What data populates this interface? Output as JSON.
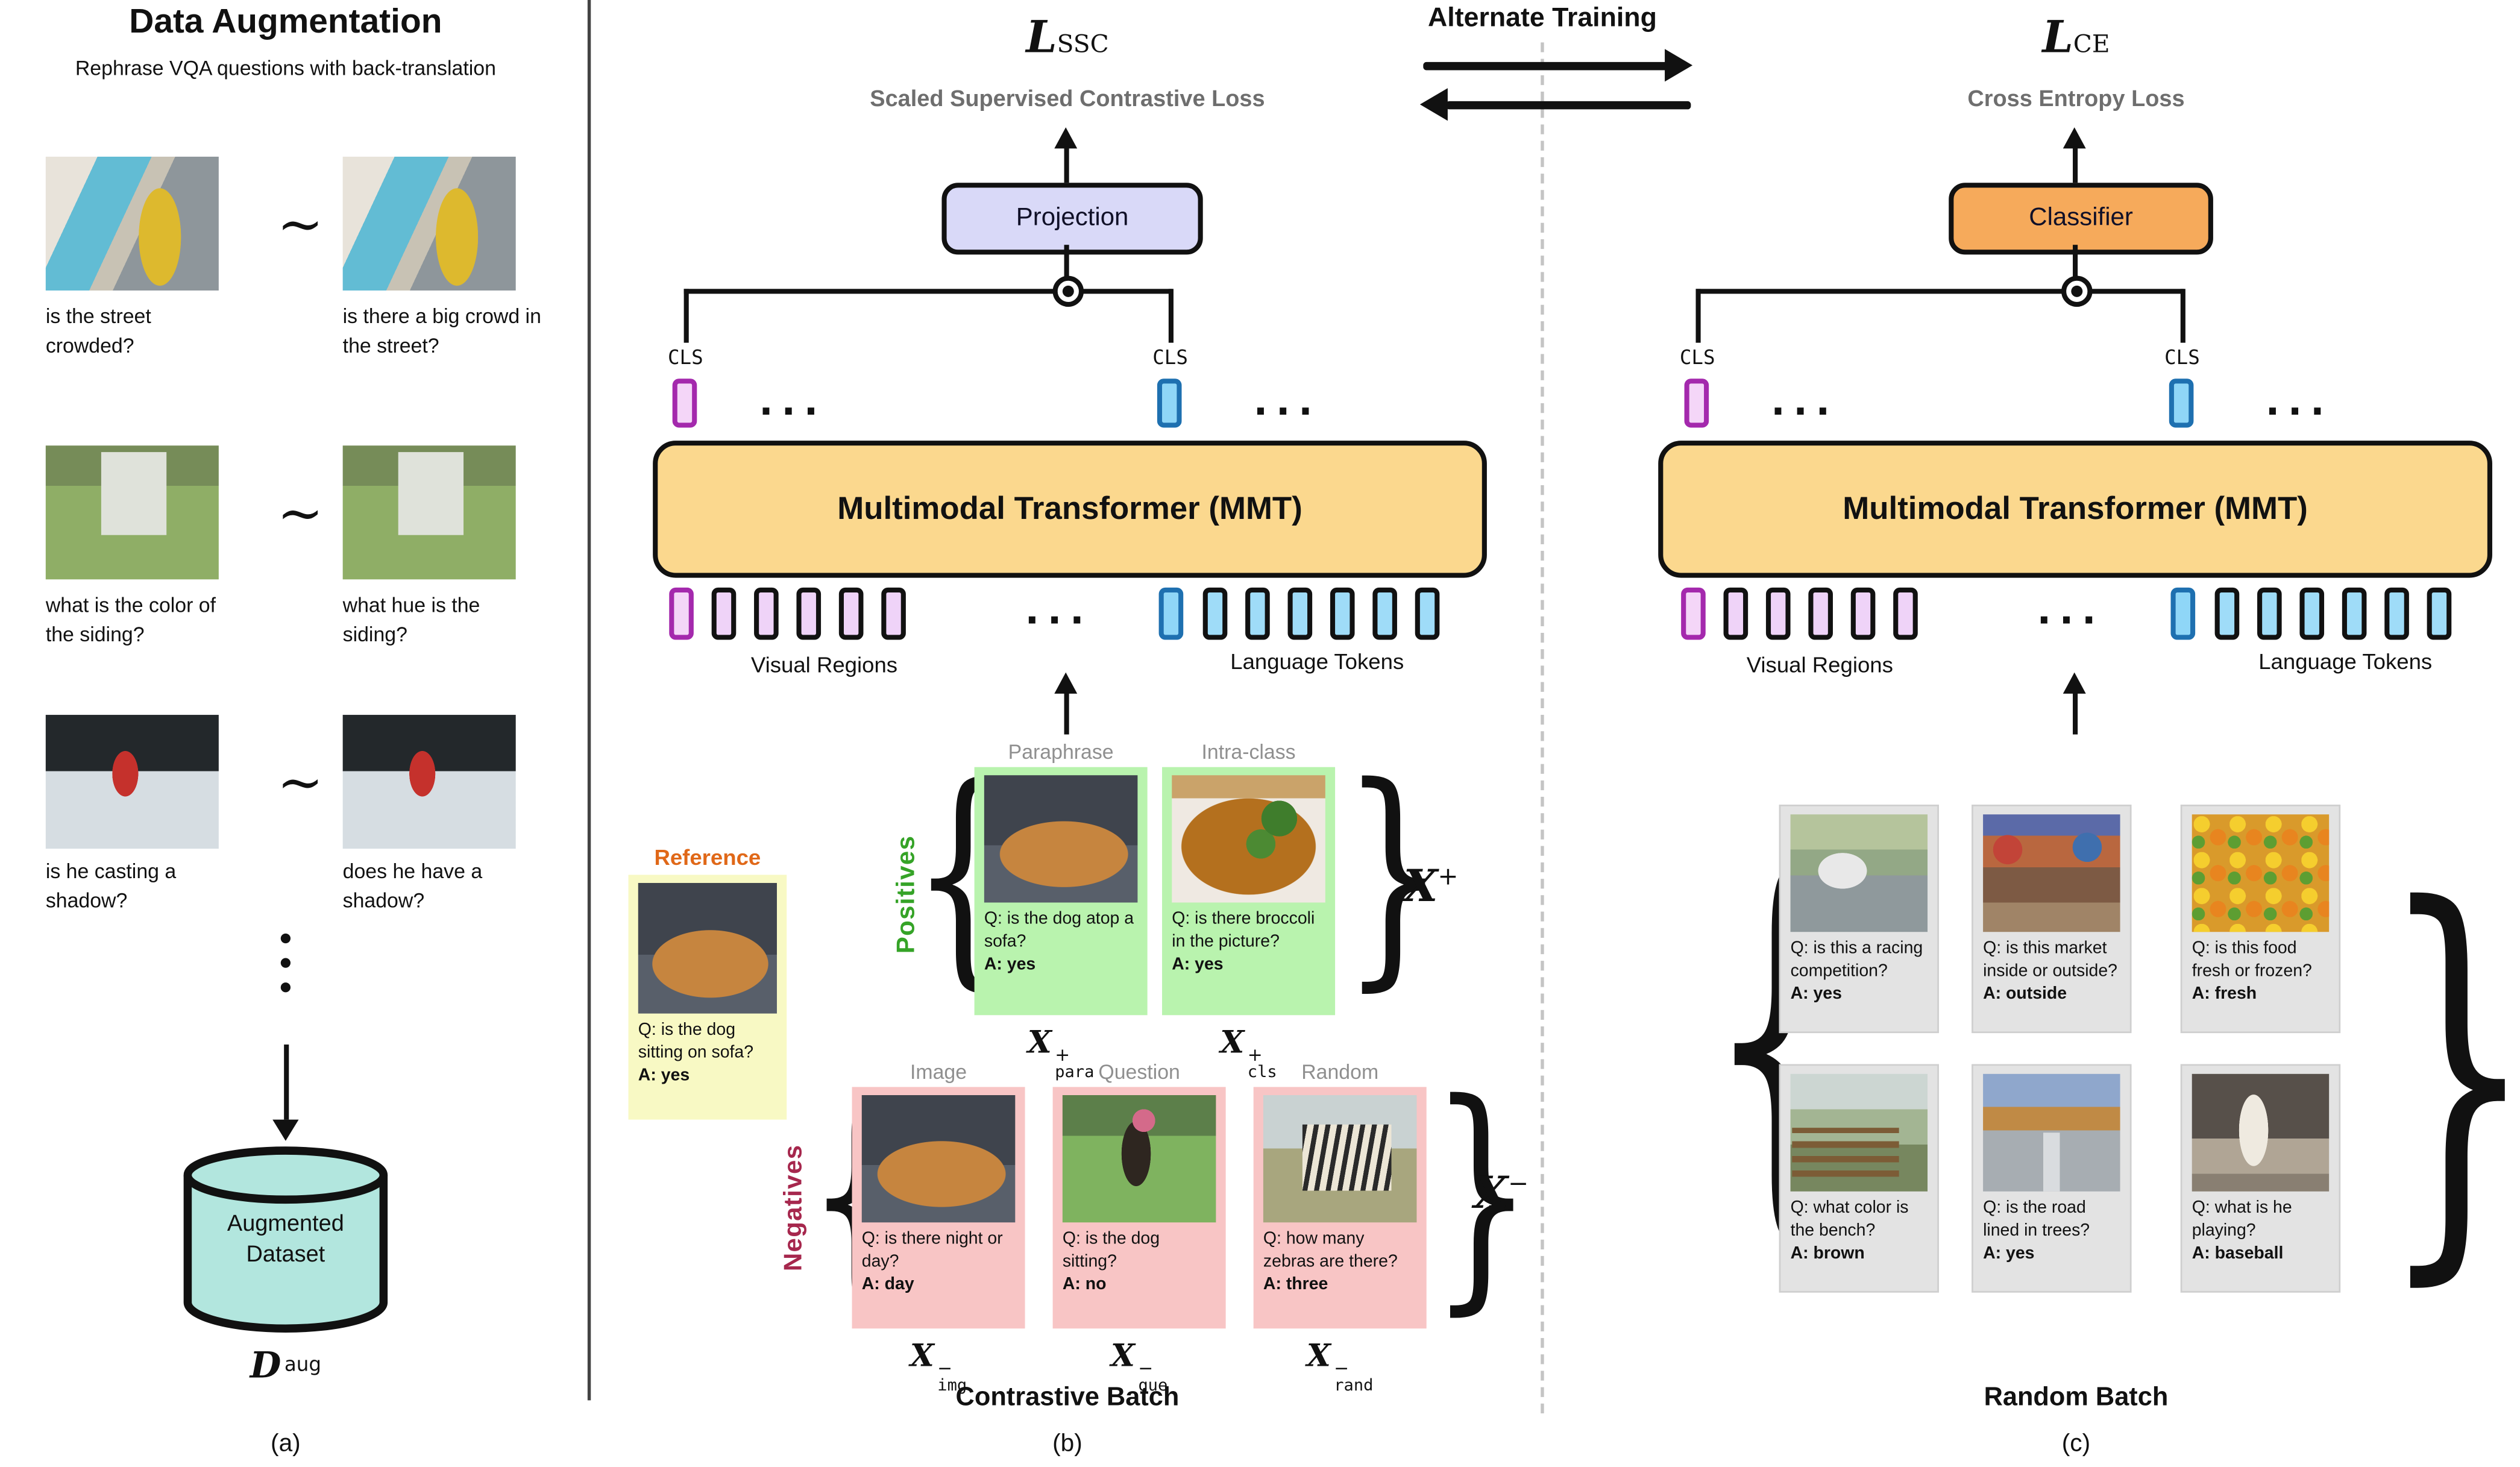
{
  "panel_a": {
    "title": "Data Augmentation",
    "subtitle": "Rephrase VQA questions with back-translation",
    "tilde": "~",
    "pairs": [
      {
        "left_q": "is the street crowded?",
        "right_q": "is there a big crowd in the street?"
      },
      {
        "left_q": "what is the color of the siding?",
        "right_q": "what hue is the siding?"
      },
      {
        "left_q": "is he casting a shadow?",
        "right_q": "does he have a shadow?"
      }
    ],
    "dataset": {
      "label_line1": "Augmented",
      "label_line2": "Dataset",
      "symbol": "D",
      "symbol_sup": "aug"
    },
    "caption": "(a)"
  },
  "alternate_training": {
    "label": "Alternate Training"
  },
  "panel_b": {
    "loss": {
      "symbol": "L",
      "sub": "SSC",
      "name": "Scaled Supervised Contrastive Loss"
    },
    "projection_label": "Projection",
    "cls_label": "CLS",
    "dots": "...",
    "mmt_label": "Multimodal Transformer (MMT)",
    "visual_regions_label": "Visual Regions",
    "language_tokens_label": "Language Tokens",
    "reference": {
      "label": "Reference",
      "q": "Q: is the dog sitting on sofa?",
      "a": "A: yes"
    },
    "positives": {
      "label": "Positives",
      "set": {
        "sym": "X",
        "sup": "+"
      },
      "cards": [
        {
          "header": "Paraphrase",
          "q": "Q: is the dog atop a sofa?",
          "a": "A: yes",
          "tag": {
            "sym": "X",
            "sup": "+",
            "sub": "para"
          }
        },
        {
          "header": "Intra-class",
          "q": "Q: is there broccoli in the picture?",
          "a": "A: yes",
          "tag": {
            "sym": "X",
            "sup": "+",
            "sub": "cls"
          }
        }
      ]
    },
    "negatives": {
      "label": "Negatives",
      "set": {
        "sym": "X",
        "sup": "−"
      },
      "cards": [
        {
          "header": "Image",
          "q": "Q: is there night or day?",
          "a": "A: day",
          "tag": {
            "sym": "X",
            "sup": "−",
            "sub": "img"
          }
        },
        {
          "header": "Question",
          "q": "Q: is the dog sitting?",
          "a": "A: no",
          "tag": {
            "sym": "X",
            "sup": "−",
            "sub": "que"
          }
        },
        {
          "header": "Random",
          "q": "Q: how many zebras are there?",
          "a": "A: three",
          "tag": {
            "sym": "X",
            "sup": "−",
            "sub": "rand"
          }
        }
      ]
    },
    "batch_label": "Contrastive Batch",
    "caption": "(b)",
    "lbrace": "{",
    "rbrace": "}"
  },
  "panel_c": {
    "loss": {
      "symbol": "L",
      "sub": "CE",
      "name": "Cross Entropy Loss"
    },
    "classifier_label": "Classifier",
    "cls_label": "CLS",
    "dots": "...",
    "mmt_label": "Multimodal Transformer (MMT)",
    "visual_regions_label": "Visual Regions",
    "language_tokens_label": "Language Tokens",
    "cards": [
      {
        "q": "Q: is this a racing competition?",
        "a": "A: yes"
      },
      {
        "q": "Q: is this market inside or outside?",
        "a": "A: outside"
      },
      {
        "q": "Q: is this food fresh or frozen?",
        "a": "A: fresh"
      },
      {
        "q": "Q: what color is the bench?",
        "a": "A: brown"
      },
      {
        "q": "Q: is the road lined in trees?",
        "a": "A: yes"
      },
      {
        "q": "Q: what is he playing?",
        "a": "A: baseball"
      }
    ],
    "batch_label": "Random Batch",
    "caption": "(c)",
    "lbrace": "{",
    "rbrace": "}"
  },
  "colors": {
    "mmt_box": "#fbd88e",
    "projection_box": "#d9d9f8",
    "classifier_box": "#f6aa5b",
    "positive_card": "#b9f3ae",
    "negative_card": "#f8c5c5",
    "reference_card": "#f8f9c4",
    "random_card": "#e3e3e3",
    "dataset_cylinder": "#b2e6de",
    "visual_token_fill": "#efd3f8",
    "visual_cls_border": "#a429ad",
    "language_token_fill": "#9fdcf8",
    "language_cls_border": "#1e70b0",
    "positives_text": "#35a327",
    "negatives_text": "#a6274d",
    "reference_text": "#e06818",
    "loss_name_text": "#6e6e6e"
  }
}
